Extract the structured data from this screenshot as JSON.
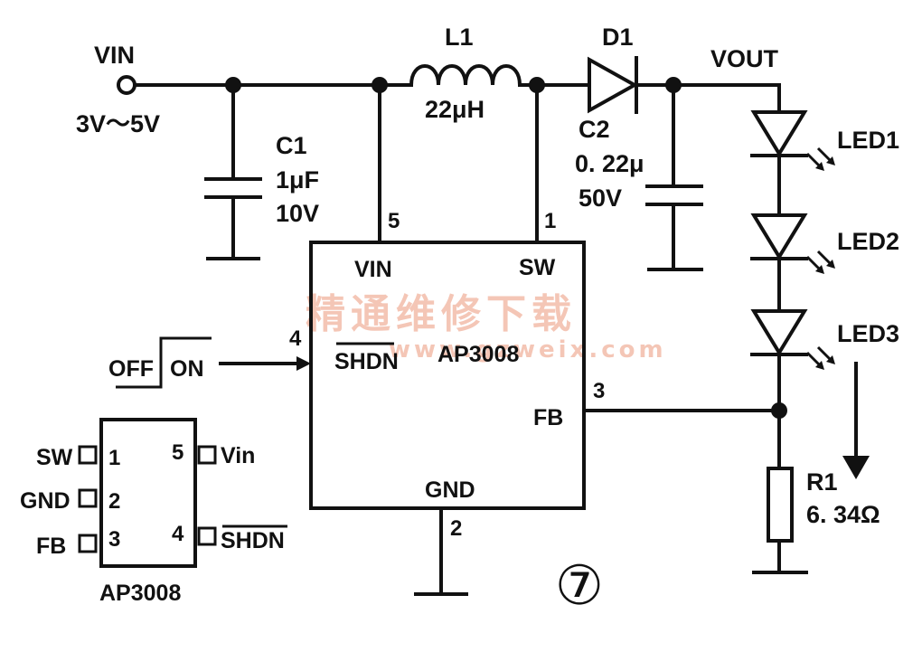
{
  "input": {
    "name": "VIN",
    "range": "3V～5V"
  },
  "inductor": {
    "ref": "L1",
    "value": "22μH"
  },
  "diode": {
    "ref": "D1"
  },
  "output": {
    "name": "VOUT"
  },
  "c1": {
    "ref": "C1",
    "value": "1μF",
    "voltage": "10V"
  },
  "c2": {
    "ref": "C2",
    "value": "0. 22μ",
    "voltage": "50V"
  },
  "leds": [
    "LED1",
    "LED2",
    "LED3"
  ],
  "resistor": {
    "ref": "R1",
    "value": "6. 34Ω"
  },
  "ic": {
    "name": "AP3008",
    "pins": {
      "vin": {
        "label": "VIN",
        "number": "5"
      },
      "sw": {
        "label": "SW",
        "number": "1"
      },
      "shdn": {
        "label": "SHDN",
        "number": "4"
      },
      "fb": {
        "label": "FB",
        "number": "3"
      },
      "gnd": {
        "label": "GND",
        "number": "2"
      }
    }
  },
  "control": {
    "off": "OFF",
    "on": "ON"
  },
  "package": {
    "name": "AP3008",
    "left_pins": [
      {
        "label": "SW",
        "number": "1"
      },
      {
        "label": "GND",
        "number": "2"
      },
      {
        "label": "FB",
        "number": "3"
      }
    ],
    "right_pins": [
      {
        "label": "Vin",
        "number": "5"
      },
      {
        "label": "SHDN",
        "number": "4"
      }
    ]
  },
  "figure_number": "⑦",
  "watermark": {
    "text": "精通维修下载",
    "url": "www.gzweix.com"
  }
}
